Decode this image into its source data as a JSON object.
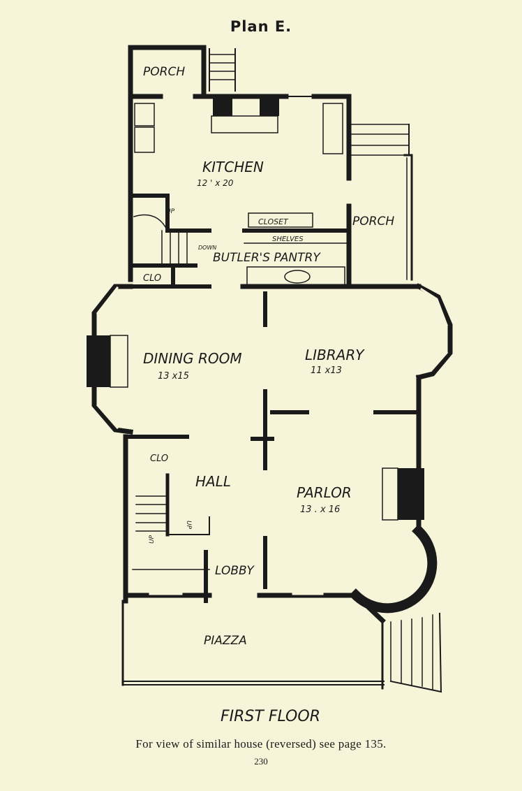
{
  "title": "Plan E.",
  "labels": {
    "porch_top": "PORCH",
    "kitchen": "KITCHEN",
    "kitchen_size": "12 ' x 20",
    "up_stair": "UP",
    "closet": "CLOSET",
    "shelves": "SHELVES",
    "down": "DOWN",
    "porch_right": "PORCH",
    "butlers_pantry": "BUTLER'S PANTRY",
    "clo_upper": "CLO",
    "dining_room": "DINING ROOM",
    "dining_size": "13 x15",
    "library": "LIBRARY",
    "library_size": "11 x13",
    "clo_lower": "CLO",
    "hall": "HALL",
    "up_hall_left": "UP",
    "up_hall_right": "UP",
    "parlor": "PARLOR",
    "parlor_size": "13 . x 16",
    "lobby": "LOBBY",
    "piazza": "PIAZZA",
    "floor": "FIRST FLOOR"
  },
  "caption": "For view of similar house (reversed) see page 135.",
  "page_number": "230"
}
